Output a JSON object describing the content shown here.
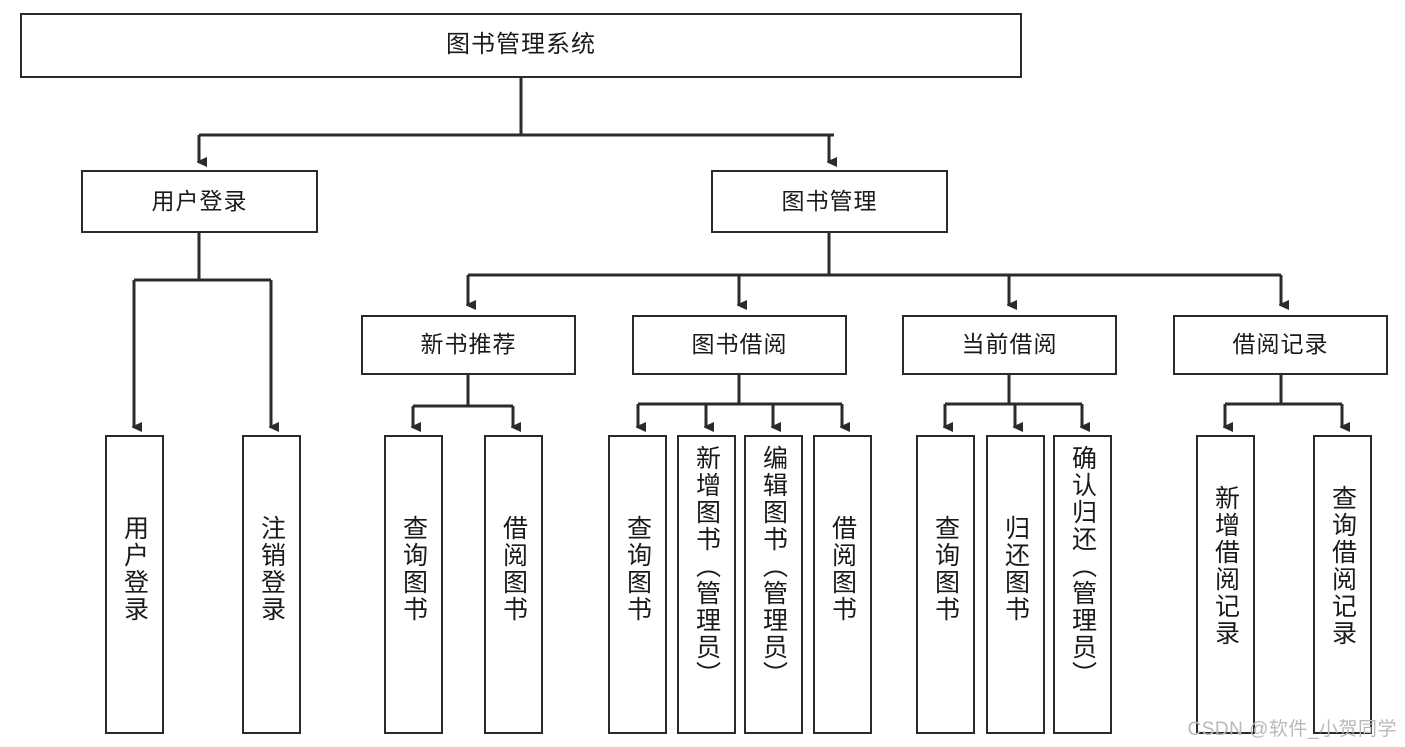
{
  "diagram": {
    "type": "tree",
    "title_node": {
      "label": "图书管理系统"
    },
    "level1": [
      {
        "id": "user-login",
        "label": "用户登录"
      },
      {
        "id": "book-management",
        "label": "图书管理"
      }
    ],
    "level2": [
      {
        "id": "new-book-recommend",
        "label": "新书推荐",
        "parent": "book-management"
      },
      {
        "id": "book-borrow",
        "label": "图书借阅",
        "parent": "book-management"
      },
      {
        "id": "current-borrow",
        "label": "当前借阅",
        "parent": "book-management"
      },
      {
        "id": "borrow-record",
        "label": "借阅记录",
        "parent": "book-management"
      }
    ],
    "leaves": [
      {
        "id": "leaf-user-login",
        "label": "用户登录",
        "parent": "user-login"
      },
      {
        "id": "leaf-logout-login",
        "label": "注销登录",
        "parent": "user-login"
      },
      {
        "id": "leaf-query-book-1",
        "label": "查询图书",
        "parent": "new-book-recommend"
      },
      {
        "id": "leaf-borrow-book-1",
        "label": "借阅图书",
        "parent": "new-book-recommend"
      },
      {
        "id": "leaf-query-book-2",
        "label": "查询图书",
        "parent": "book-borrow"
      },
      {
        "id": "leaf-add-book-admin",
        "label": "新增图书（管理员）",
        "parent": "book-borrow"
      },
      {
        "id": "leaf-edit-book-admin",
        "label": "编辑图书（管理员）",
        "parent": "book-borrow"
      },
      {
        "id": "leaf-borrow-book-2",
        "label": "借阅图书",
        "parent": "book-borrow"
      },
      {
        "id": "leaf-query-book-3",
        "label": "查询图书",
        "parent": "current-borrow"
      },
      {
        "id": "leaf-return-book",
        "label": "归还图书",
        "parent": "current-borrow"
      },
      {
        "id": "leaf-confirm-return-admin",
        "label": "确认归还（管理员）",
        "parent": "current-borrow"
      },
      {
        "id": "leaf-add-borrow-record",
        "label": "新增借阅记录",
        "parent": "borrow-record"
      },
      {
        "id": "leaf-query-borrow-record",
        "label": "查询借阅记录",
        "parent": "borrow-record"
      }
    ],
    "colors": {
      "stroke": "#2b2b2b",
      "background": "#ffffff",
      "text": "#1a1a1a",
      "watermark": "#b9b9b9"
    }
  },
  "watermark": {
    "text": "CSDN @软件_小贺同学"
  }
}
